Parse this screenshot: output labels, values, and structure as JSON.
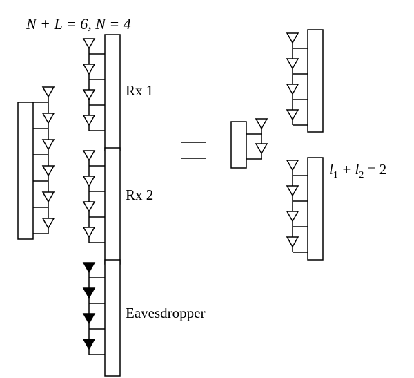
{
  "top_label": {
    "lhs": "N + L = 6, N = 4"
  },
  "receivers": {
    "rx1": "Rx 1",
    "rx2": "Rx 2",
    "eavesdropper": "Eavesdropper"
  },
  "right_label": "l1 + l2 = 2",
  "equals_symbol": "=",
  "colors": {
    "line": "#000000",
    "hollow_antenna": "#ffffff",
    "eavesdropper_antenna": "#000000"
  }
}
